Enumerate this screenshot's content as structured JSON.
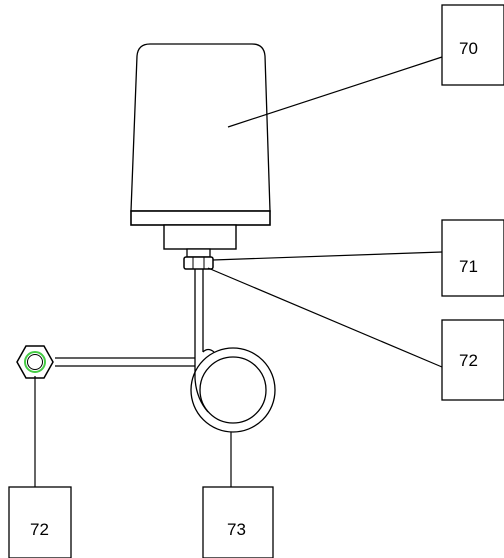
{
  "labels": {
    "l70": "70",
    "l71": "71",
    "l72_right": "72",
    "l72_bottom": "72",
    "l73": "73"
  },
  "colors": {
    "line": "#000000",
    "background": "#ffffff",
    "fitting_accent": "#44cc44"
  }
}
